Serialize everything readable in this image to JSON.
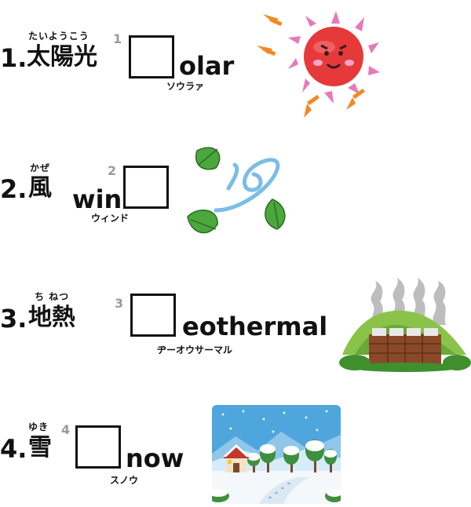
{
  "items": [
    {
      "number": "1.",
      "kanji": "太陽光",
      "ruby": "たいようこう",
      "index": "1",
      "suffix": "olar",
      "katakana": "ソウラァ"
    },
    {
      "number": "2.",
      "kanji": "風",
      "ruby": "かぜ",
      "index": "2",
      "prefix": "win",
      "katakana": "ウィンド"
    },
    {
      "number": "3.",
      "kanji": "地熱",
      "ruby": "ち ねつ",
      "index": "3",
      "suffix": "eothermal",
      "katakana": "ヂーオウサーマル"
    },
    {
      "number": "4.",
      "kanji": "雪",
      "ruby": "ゆき",
      "index": "4",
      "suffix": "now",
      "katakana": "スノウ"
    }
  ],
  "illustrations": {
    "sun": "sun-illustration",
    "wind": "wind-leaves-illustration",
    "geothermal": "geothermal-plant-illustration",
    "snow": "snow-landscape-illustration"
  }
}
